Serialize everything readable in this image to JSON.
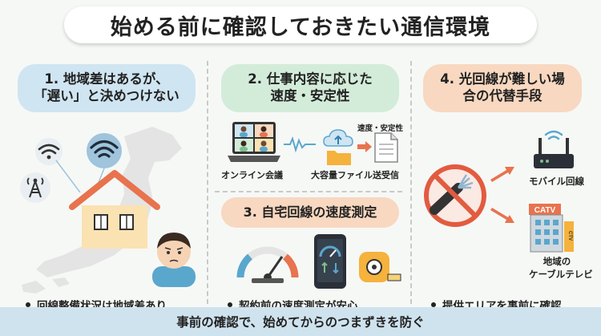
{
  "title": "始める前に確認しておきたい通信環境",
  "section1": {
    "heading_line1": "1. 地域差はあるが、",
    "heading_line2": "「遅い」と決めつけない",
    "bullet": "回線整備状況は地域差あり"
  },
  "section2": {
    "heading_line1": "2. 仕事内容に応じた",
    "heading_line2": "速度・安定性",
    "label_meeting": "オンライン会議",
    "label_speed": "速度・安定性",
    "label_file": "大容量ファイル送受信"
  },
  "section3": {
    "heading": "3. 自宅回線の速度測定",
    "bullet": "契約前の速度測定が安心"
  },
  "section4": {
    "heading_line1": "4. 光回線が難しい場",
    "heading_line2": "合の代替手段",
    "label_mobile": "モバイル回線",
    "label_catv_line1": "地域の",
    "label_catv_line2": "ケーブルテレビ",
    "building_sign": "CATV",
    "building_side_sign": "CTV",
    "bullet": "提供エリアを事前に確認"
  },
  "footer": "事前の確認で、始めてからのつまずきを防ぐ",
  "colors": {
    "blue_pill": "#cfe5f1",
    "green_pill": "#d3ecd9",
    "orange_pill": "#f8d8c0",
    "accent_orange": "#e8734e",
    "footer_bg": "#cfe3ee"
  }
}
